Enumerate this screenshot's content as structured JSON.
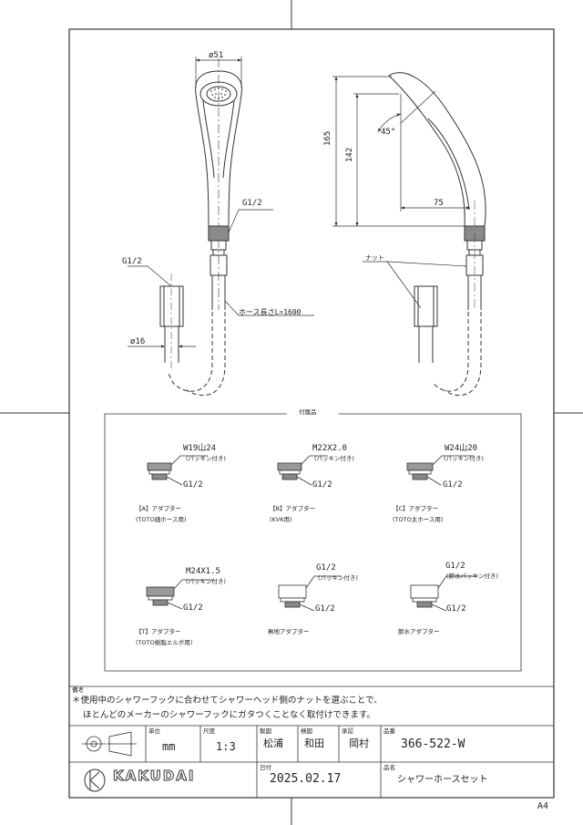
{
  "dims": {
    "d51": "ø51",
    "d16": "ø16",
    "h165": "165",
    "h142": "142",
    "w75": "75",
    "angle": "45°",
    "g12_head": "G1/2",
    "g12_left": "G1/2",
    "hose": "ホース長さL=1600",
    "nut": "ナット"
  },
  "accessories": {
    "title": "付属品",
    "items": [
      {
        "spec": "W19山24",
        "seal": "(パッキン付き)",
        "thread": "G1/2",
        "name": "【A】アダプター",
        "desc": "(TOTO細ホース用)"
      },
      {
        "spec": "M22X2.0",
        "seal": "(パッキン付き)",
        "thread": "G1/2",
        "name": "【B】アダプター",
        "desc": "(KVK用)"
      },
      {
        "spec": "W24山20",
        "seal": "(パッキン付き)",
        "thread": "G1/2",
        "name": "【C】アダプター",
        "desc": "(TOTO太ホース用)"
      },
      {
        "spec": "M24X1.5",
        "seal": "(パッキン付き)",
        "thread": "G1/2",
        "name": "【T】アダプター",
        "desc": "(TOTO樹脂エルボ用)"
      },
      {
        "spec": "G1/2",
        "seal": "(パッキン付き)",
        "thread": "G1/2",
        "name": "無地アダプター",
        "desc": ""
      },
      {
        "spec": "G1/2",
        "seal": "(節水パッキン付き)",
        "thread": "G1/2",
        "name": "節水アダプター",
        "desc": ""
      }
    ]
  },
  "notes": {
    "label": "備考",
    "line1": "＊使用中のシャワーフックに合わせてシャワーヘッド側のナットを選ぶことで、",
    "line2": "ほとんどのメーカーのシャワーフックにガタつくことなく取付けできます。"
  },
  "titleblock": {
    "unit_label": "単位",
    "unit": "mm",
    "scale_label": "尺度",
    "scale": "1:3",
    "drawn_label": "製図",
    "drawn": "松浦",
    "checked_label": "検図",
    "checked": "和田",
    "approved_label": "承認",
    "approved": "岡村",
    "partno_label": "品番",
    "partno": "366-522-W",
    "date_label": "日付",
    "date": "2025.02.17",
    "name_label": "品名",
    "name": "シャワーホースセット",
    "company": "KAKUDAI",
    "paper": "A4"
  }
}
